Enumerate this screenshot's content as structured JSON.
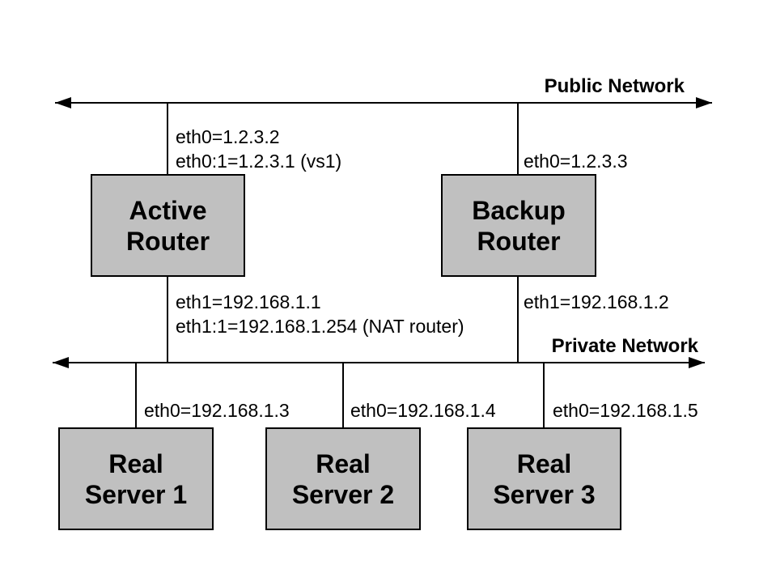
{
  "colors": {
    "line": "#000000",
    "box_fill": "#c0c0c0",
    "box_border": "#000000",
    "background": "#ffffff",
    "text": "#000000"
  },
  "public_network": {
    "label": "Public Network"
  },
  "private_network": {
    "label": "Private Network"
  },
  "routers": [
    {
      "id": "active-router",
      "name_line1": "Active",
      "name_line2": "Router",
      "public_labels": [
        "eth0=1.2.3.2",
        "eth0:1=1.2.3.1 (vs1)"
      ],
      "private_labels": [
        "eth1=192.168.1.1",
        "eth1:1=192.168.1.254 (NAT router)"
      ]
    },
    {
      "id": "backup-router",
      "name_line1": "Backup",
      "name_line2": "Router",
      "public_labels": [
        "eth0=1.2.3.3"
      ],
      "private_labels": [
        "eth1=192.168.1.2"
      ]
    }
  ],
  "servers": [
    {
      "id": "real-server-1",
      "name_line1": "Real",
      "name_line2": "Server 1",
      "ip_label": "eth0=192.168.1.3"
    },
    {
      "id": "real-server-2",
      "name_line1": "Real",
      "name_line2": "Server 2",
      "ip_label": "eth0=192.168.1.4"
    },
    {
      "id": "real-server-3",
      "name_line1": "Real",
      "name_line2": "Server 3",
      "ip_label": "eth0=192.168.1.5"
    }
  ]
}
